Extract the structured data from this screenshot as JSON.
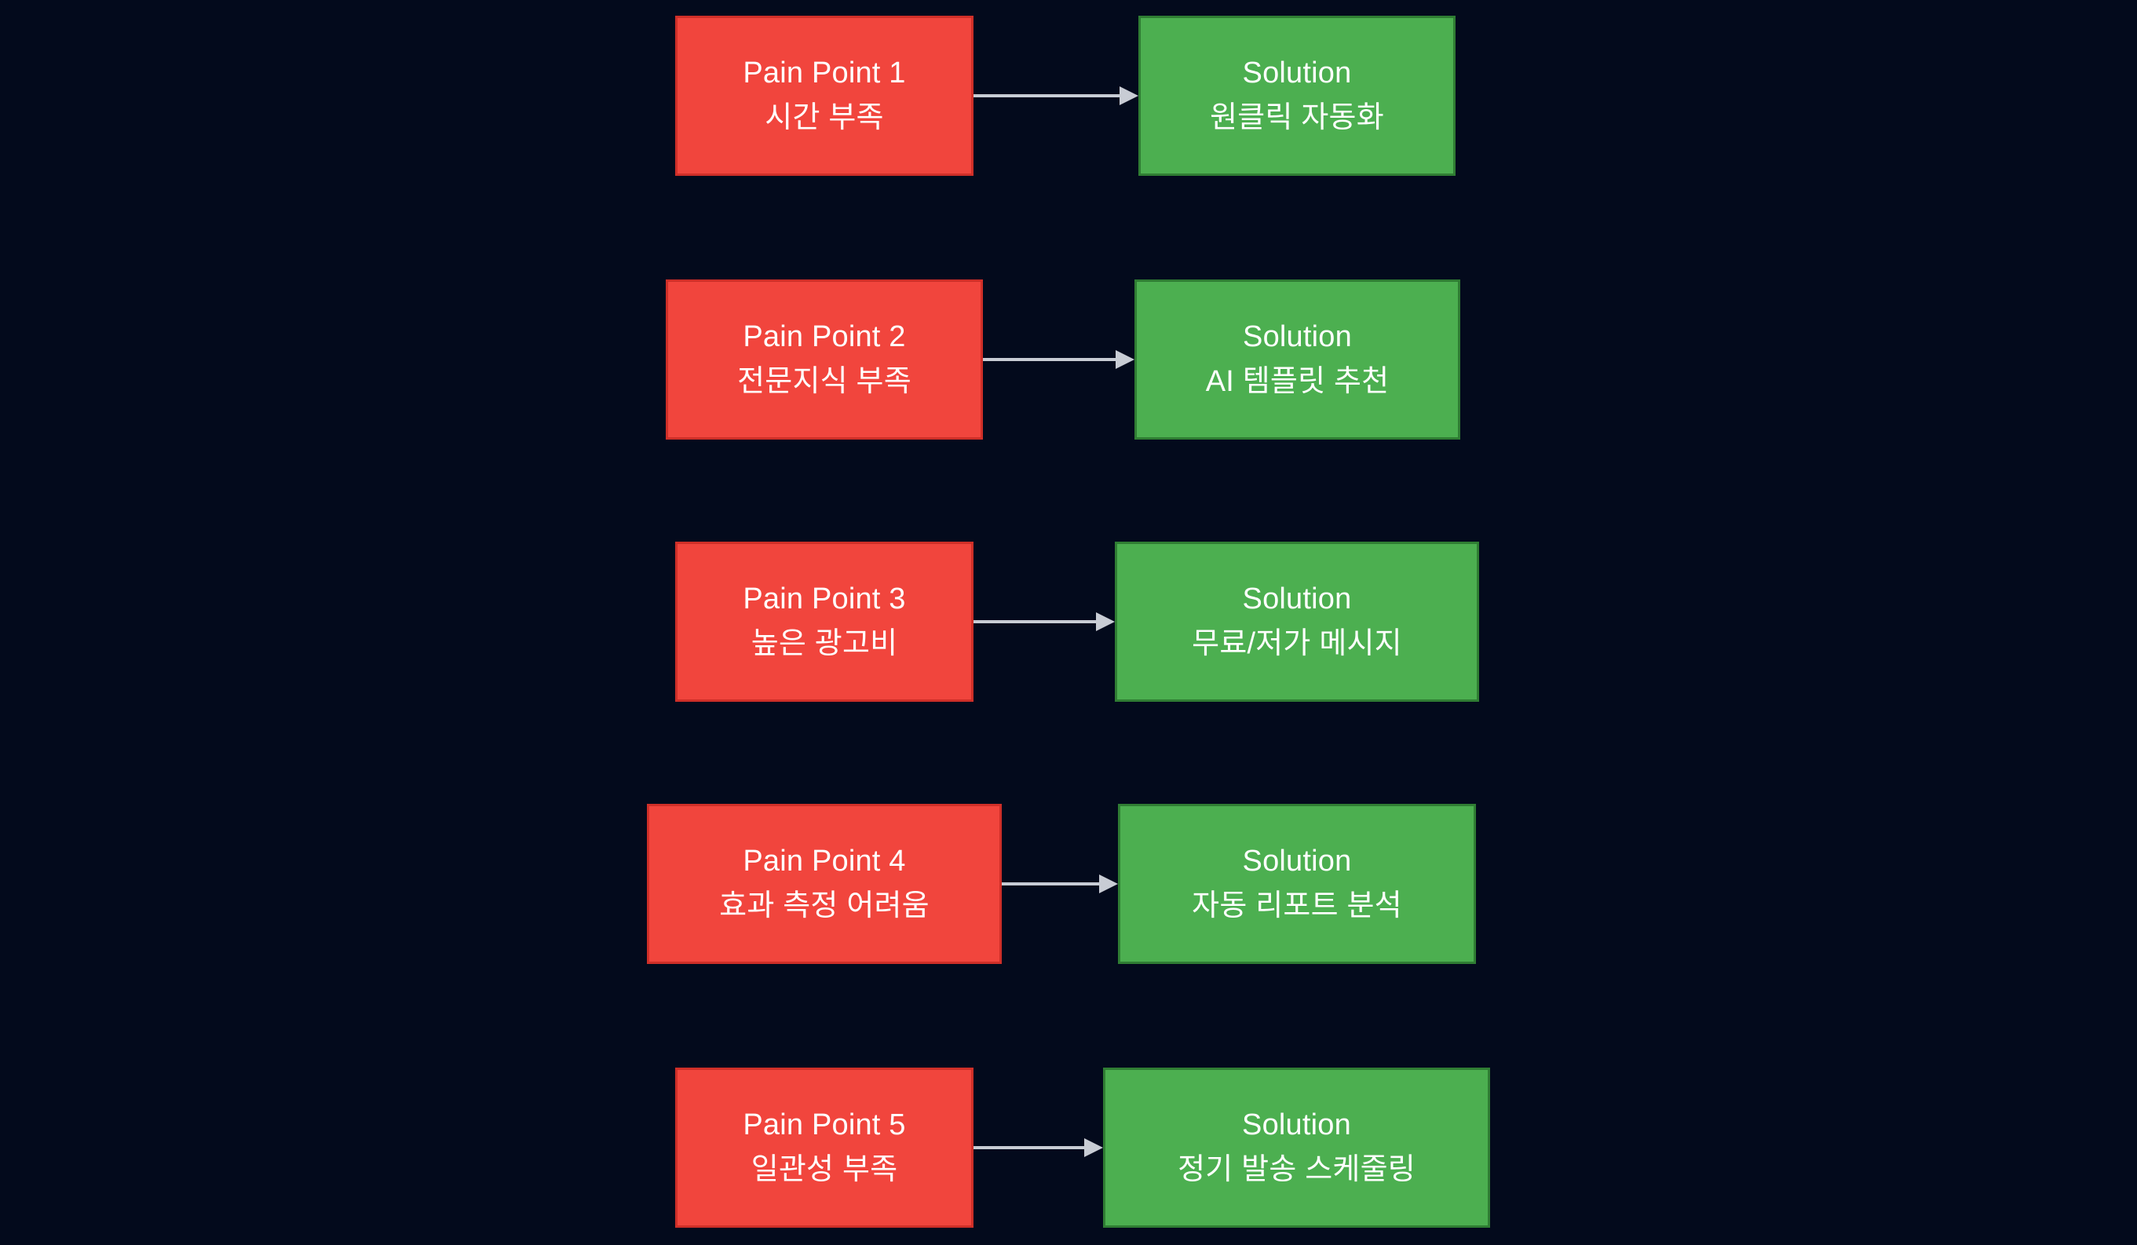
{
  "diagram": {
    "type": "flowchart",
    "orientation": "left-to-right-pairs",
    "background_color": "#030a1c",
    "pain_color": "#f1453d",
    "pain_border_color": "#cf2f28",
    "solution_color": "#4caf50",
    "solution_border_color": "#2f7d33",
    "arrow_color": "#c8ccd4",
    "text_color": "#ffffff",
    "rows": [
      {
        "pain": {
          "title": "Pain Point 1",
          "detail": "시간 부족"
        },
        "solution": {
          "title": "Solution",
          "detail": "원클릭 자동화"
        },
        "connector": "arrow-right-icon"
      },
      {
        "pain": {
          "title": "Pain Point 2",
          "detail": "전문지식 부족"
        },
        "solution": {
          "title": "Solution",
          "detail": "AI 템플릿 추천"
        },
        "connector": "arrow-right-icon"
      },
      {
        "pain": {
          "title": "Pain Point 3",
          "detail": "높은 광고비"
        },
        "solution": {
          "title": "Solution",
          "detail": "무료/저가 메시지"
        },
        "connector": "arrow-right-icon"
      },
      {
        "pain": {
          "title": "Pain Point 4",
          "detail": "효과 측정 어려움"
        },
        "solution": {
          "title": "Solution",
          "detail": "자동 리포트 분석"
        },
        "connector": "arrow-right-icon"
      },
      {
        "pain": {
          "title": "Pain Point 5",
          "detail": "일관성 부족"
        },
        "solution": {
          "title": "Solution",
          "detail": "정기 발송 스케줄링"
        },
        "connector": "arrow-right-icon"
      }
    ]
  }
}
